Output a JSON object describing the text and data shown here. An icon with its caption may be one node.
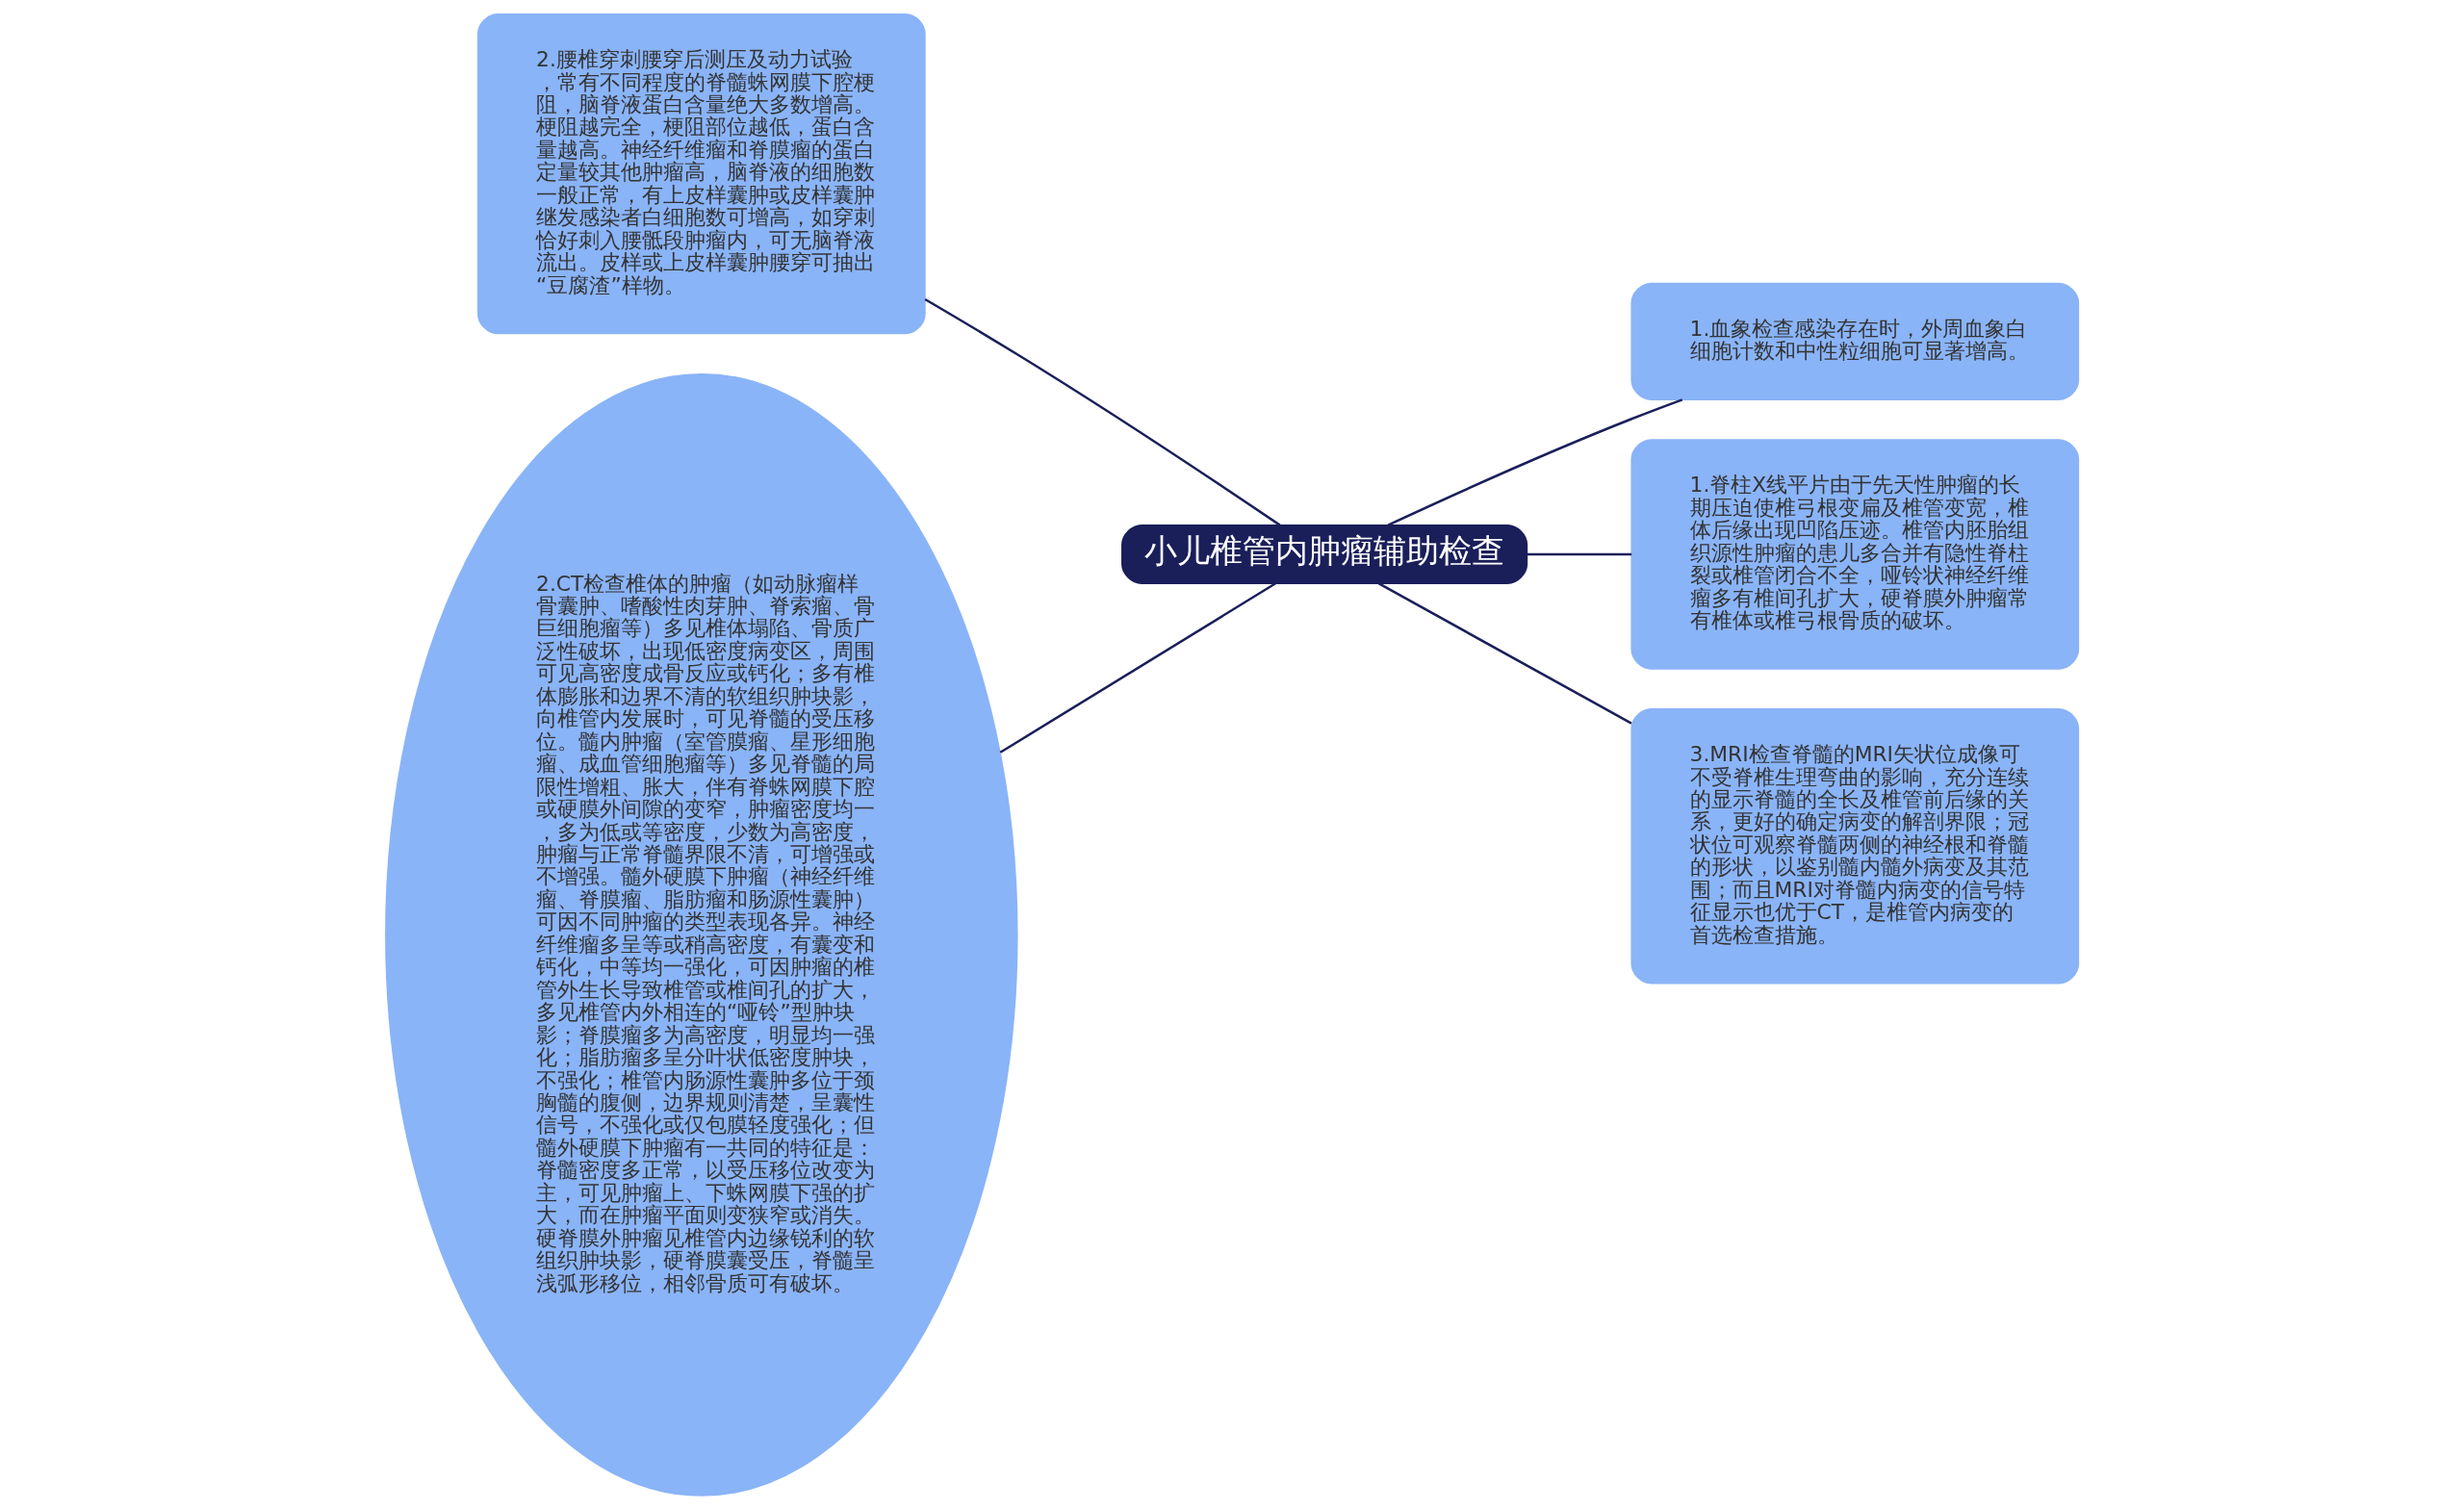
{
  "diagram": {
    "nodes": [
      {
        "text": [
          "小儿椎管内肿瘤辅助检查"
        ]
      },
      {
        "text": [
          "2.腰椎穿刺腰穿后测压及动力试验，常有不同程度的脊髓蛛网膜下腔梗阻，脑脊液蛋白含量绝大多数增高。梗阻越完全，梗阻部位越低，蛋白含量越高。神经纤维瘤和脊膜瘤的蛋白定量较其他肿瘤高，脑脊液的细胞数一般正常，有上皮样囊肿或皮样囊肿继发感染者白细胞数可增高，如穿刺恰好刺入腰骶段肿瘤内，可无脑脊液流出。皮样或上皮样囊肿腰穿可抽出“豆腐渣”样物。"
        ]
      },
      {
        "text": [
          "2.CT检查椎体的肿瘤（如动脉瘤样骨囊肿、嗜酸性肉芽肿、脊索瘤、骨巨细胞瘤等）多见椎体塌陷、骨质广泛性破坏，出现低密度病变区，周围可见高密度成骨反应或钙化；多有椎体膨胀和边界不清的软组织肿块影，向椎管内发展时，可见脊髓的受压移位。髓内肿瘤（室管膜瘤、星形细胞瘤、成血管细胞瘤等）多见脊髓的局限性增粗、胀大，伴有脊蛛网膜下腔或硬膜外间隙的变窄，肿瘤密度均一，多为低或等密度，少数为高密度，肿瘤与正常脊髓界限不清，可增强或不增强。髓外硬膜下肿瘤（神经纤维瘤、脊膜瘤、脂肪瘤和肠源性囊肿）可因不同肿瘤的类型表现各异。神经纤维瘤多呈等或稍高密度，有囊变和钙化，中等均一强化，可因肿瘤的椎管外生长导致椎管或椎间孔的扩大，多见椎管内外相连的“哑铃”型肿块影；脊膜瘤多为高密度，明显均一强化；脂肪瘤多呈分叶状低密度肿块，不强化；椎管内肠源性囊肿多位于颈胸髓的腹侧，边界规则清楚，呈囊性信号，不强化或仅包膜轻度强化；但髓外硬膜下肿瘤有一共同的特征是：脊髓密度多正常，以受压移位改变为主，可见肿瘤上、下蛛网膜下强的扩大，而在肿瘤平面则变狭窄或消失。硬脊膜外肿瘤见椎管内边缘锐利的软组织肿块影，硬脊膜囊受压，脊髓呈浅弧形移位，相邻骨质可有破坏。"
        ]
      },
      {
        "text": [
          "1.血象检查感染存在时，外周血象白细胞计数和中性粒细胞可显著增高。"
        ]
      },
      {
        "text": [
          "1.脊柱X线平片由于先天性肿瘤的长期压迫使椎弓根变扁及椎管变宽，椎体后缘出现凹陷压迹。椎管内胚胎组织源性肿瘤的患儿多合并有隐性脊柱裂或椎管闭合不全，哑铃状神经纤维瘤多有椎间孔扩大，硬脊膜外肿瘤常有椎体或椎弓根骨质的破坏。"
        ]
      },
      {
        "text": [
          "3.MRI检查脊髓的MRI矢状位成像可不受脊椎生理弯曲的影响，充分连续的显示脊髓的全长及椎管前后缘的关系，更好的确定病变的解剖界限；冠状位可观察脊髓两侧的神经根和脊髓的形状，以鉴别髓内髓外病变及其范围；而且MRI对脊髓内病变的信号特征显示也优于CT，是椎管内病变的首选检查措施。"
        ]
      }
    ],
    "edges": [
      {
        "from": 0,
        "to": 1,
        "arrow": "none"
      },
      {
        "from": 0,
        "to": 2,
        "arrow": "none"
      },
      {
        "from": 0,
        "to": 3,
        "arrow": "none"
      },
      {
        "from": 0,
        "to": 4,
        "arrow": "none"
      },
      {
        "from": 0,
        "to": 5,
        "arrow": "none"
      }
    ]
  }
}
